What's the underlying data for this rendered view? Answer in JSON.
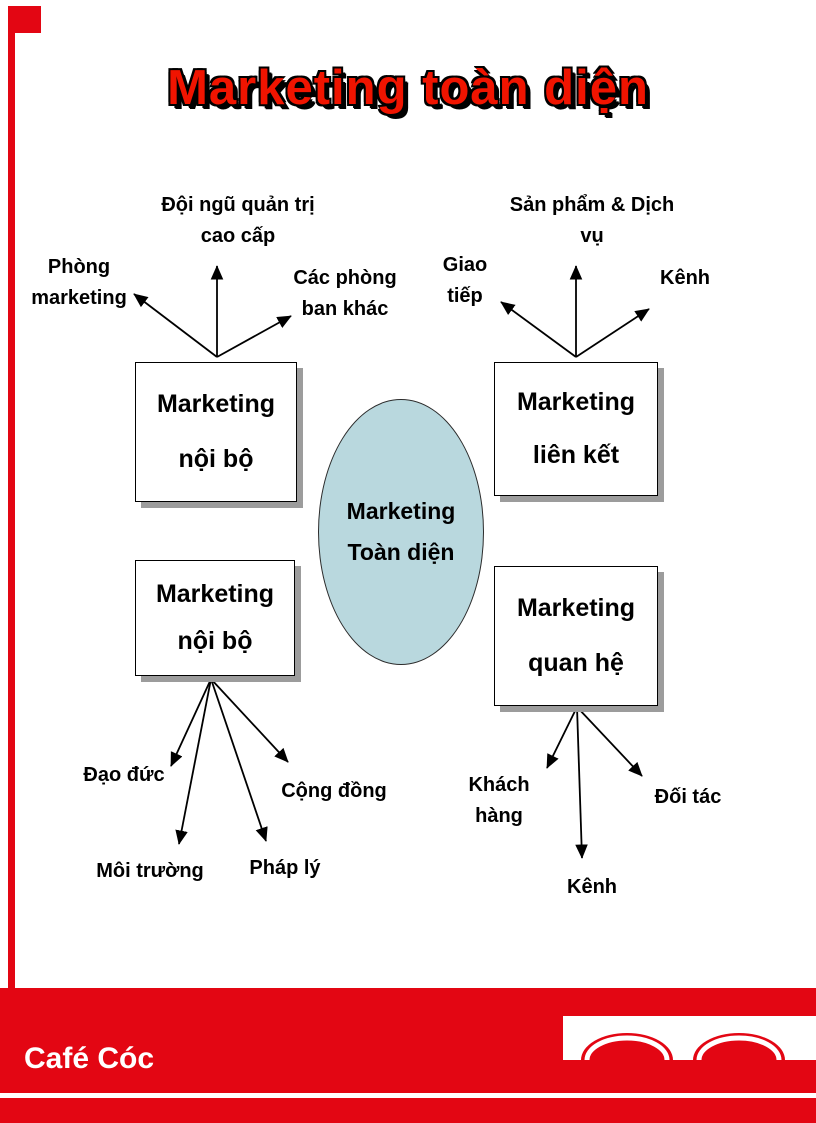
{
  "slide": {
    "title": "Marketing toàn diện",
    "footer_brand": "Café Cóc"
  },
  "colors": {
    "accent_red": "#e30613",
    "title_red": "#f01400",
    "ellipse_fill": "#b9d8de",
    "box_shadow_gray": "#9c9c9c"
  },
  "center": {
    "line1": "Marketing",
    "line2": "Toàn diện"
  },
  "boxes": {
    "top_left": {
      "line1": "Marketing",
      "line2": "nội bộ"
    },
    "top_right": {
      "line1": "Marketing",
      "line2": "liên kết"
    },
    "bottom_left": {
      "line1": "Marketing",
      "line2": "nội bộ"
    },
    "bottom_right": {
      "line1": "Marketing",
      "line2": "quan hệ"
    }
  },
  "spokes": {
    "top_left": [
      "Phòng marketing",
      "Đội ngũ quản trị cao cấp",
      "Các phòng ban khác"
    ],
    "top_right": [
      "Giao tiếp",
      "Sản phẩm & Dịch vụ",
      "Kênh"
    ],
    "bottom_left": [
      "Đạo đức",
      "Môi trường",
      "Pháp lý",
      "Cộng đồng"
    ],
    "bottom_right": [
      "Khách hàng",
      "Kênh",
      "Đối tác"
    ]
  }
}
